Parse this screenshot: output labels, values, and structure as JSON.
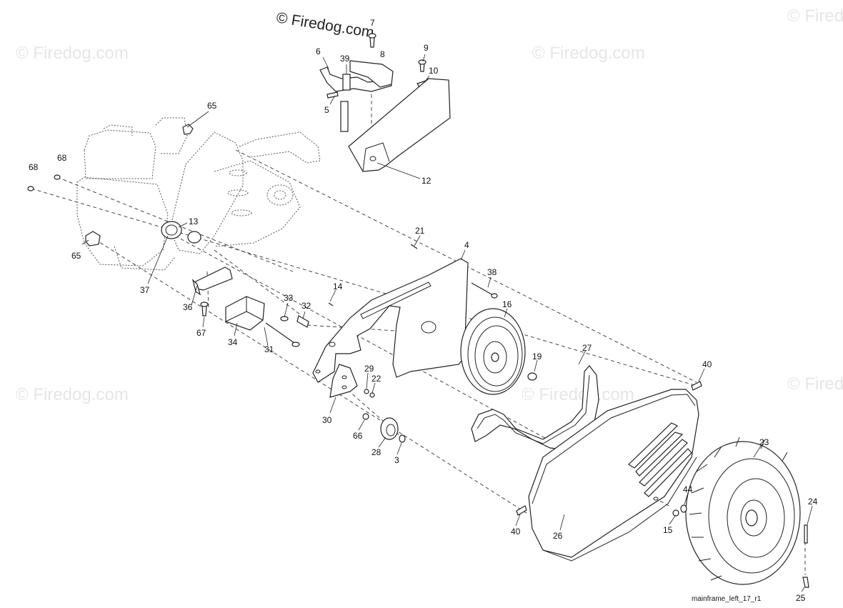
{
  "copyright": "© Firedog.com",
  "watermark_text": "© Firedog.com",
  "drawing_ref": "mainframe_left_17_r1",
  "colors": {
    "line": "#222222",
    "watermark": "#e6e6e6",
    "background": "#ffffff"
  },
  "callouts": [
    "7",
    "6",
    "39",
    "8",
    "9",
    "10",
    "5",
    "65",
    "68",
    "68",
    "12",
    "13",
    "65",
    "37",
    "21",
    "4",
    "38",
    "14",
    "36",
    "33",
    "32",
    "67",
    "16",
    "34",
    "31",
    "27",
    "19",
    "40",
    "29",
    "22",
    "30",
    "66",
    "28",
    "3",
    "23",
    "44",
    "24",
    "40",
    "26",
    "15",
    "25"
  ]
}
